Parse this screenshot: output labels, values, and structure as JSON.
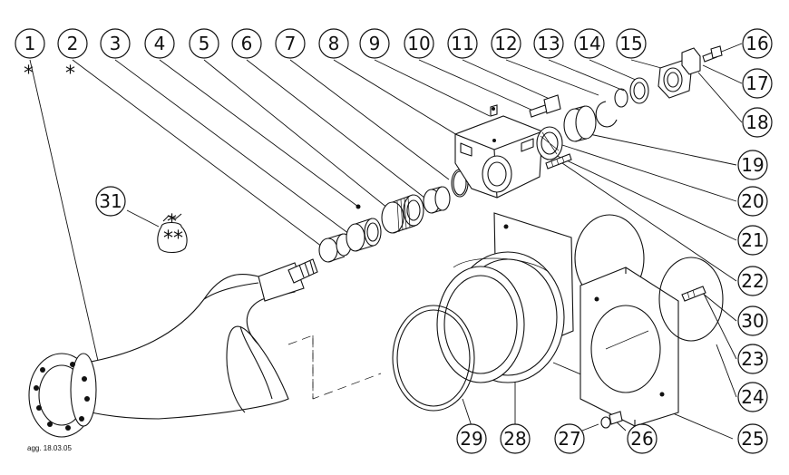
{
  "callouts": [
    "1",
    "2",
    "3",
    "4",
    "5",
    "6",
    "7",
    "8",
    "9",
    "10",
    "11",
    "12",
    "13",
    "14",
    "15",
    "16",
    "17",
    "18",
    "19",
    "20",
    "21",
    "22",
    "23",
    "24",
    "25",
    "26",
    "27",
    "28",
    "29",
    "30",
    "31"
  ],
  "asterisk": "*",
  "footer_note": "agg. 18.03.05"
}
